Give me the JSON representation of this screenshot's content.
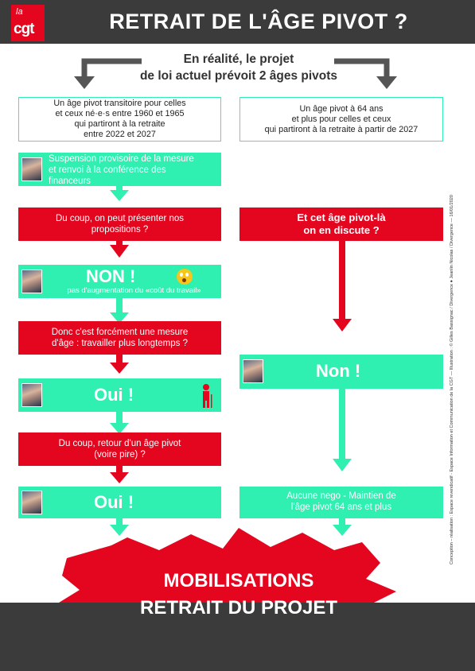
{
  "header": {
    "logo_top": "la",
    "logo_main": "cgt",
    "title": "RETRAIT DE L'ÂGE PIVOT ?"
  },
  "intro": {
    "line1": "En réalité, le projet",
    "line2": "de loi actuel prévoit 2 âges pivots"
  },
  "left": {
    "box_lines": [
      "Un âge pivot transitoire pour celles",
      "et ceux né·e·s entre 1960 et 1965",
      "qui partiront à la retraite",
      "entre 2022 et 2027"
    ],
    "step1": [
      "Suspension provisoire de la mesure",
      "et renvoi à la conférence des",
      "financeurs"
    ],
    "step2": [
      "Du coup, on peut présenter nos",
      "propositions ?"
    ],
    "step3_big": "NON !",
    "step3_small": "pas d'augmentation du «coût du travail»",
    "step4": [
      "Donc c'est forcément une mesure",
      "d'âge : travailler plus longtemps ?"
    ],
    "step5_big": "Oui !",
    "step6": [
      "Du coup, retour d'un âge pivot",
      "(voire pire) ?"
    ],
    "step7_big": "Oui !"
  },
  "right": {
    "box_lines": [
      "Un âge pivot à 64 ans",
      "et plus pour celles et ceux",
      "qui partiront à la retraite à partir de 2027"
    ],
    "step1": [
      "Et cet âge pivot-là",
      "on en discute ?"
    ],
    "step2_big": "Non !",
    "step3": [
      "Aucune nego - Maintien de",
      "l'âge pivot 64 ans et plus"
    ]
  },
  "final": {
    "line1": "MOBILISATIONS",
    "line2": "RETRAIT DU PROJET"
  },
  "credits": "Conception – réalisation : Espace revendicatif - Espace Information et Communication de la CGT — Illustration : © Gilles Bassignac / Divergence ● Jeanlin Nicolas / Divergence — 16/01/2020",
  "colors": {
    "teal": "#2ff0b0",
    "red": "#e4051f",
    "dark": "#3b3b3b"
  },
  "icons": [
    "shocked-emoji-icon",
    "elderly-person-icon",
    "person-photo"
  ]
}
